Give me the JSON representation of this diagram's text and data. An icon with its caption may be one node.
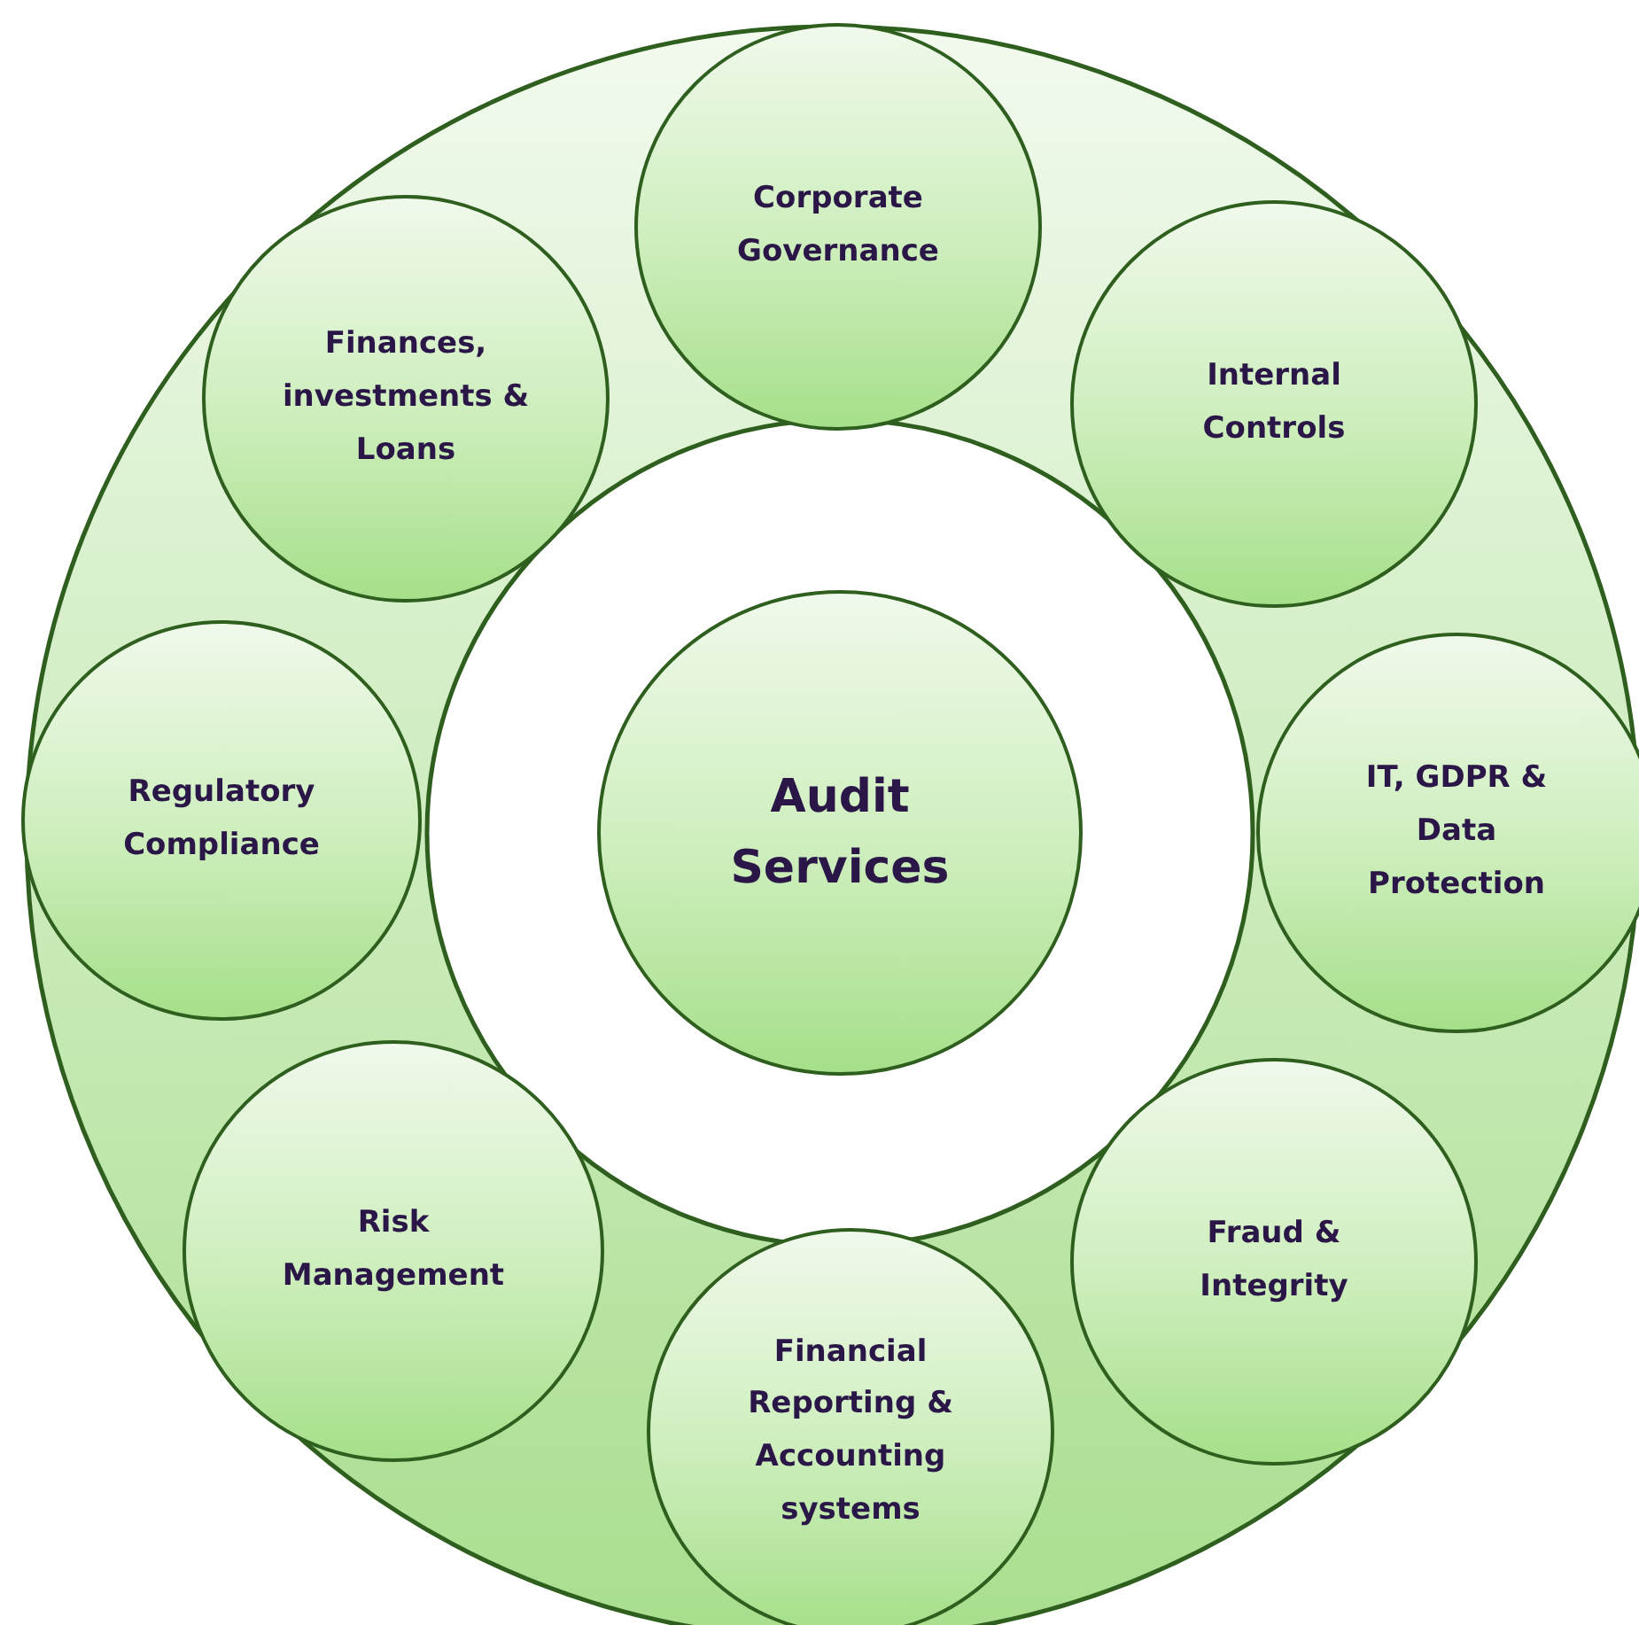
{
  "diagram": {
    "nodes": [
      {
        "text": [
          "Audit Services"
        ]
      },
      {
        "text": [
          "Corporate Governance"
        ]
      },
      {
        "text": [
          "Internal Controls"
        ]
      },
      {
        "text": [
          "IT, GDPR & Data Protection"
        ]
      },
      {
        "text": [
          "Fraud & Integrity"
        ]
      },
      {
        "text": [
          "Financial Reporting & Accounting systems"
        ]
      },
      {
        "text": [
          "Risk Management"
        ]
      },
      {
        "text": [
          "Regulatory Compliance"
        ]
      },
      {
        "text": [
          "Finances, investments & Loans"
        ]
      }
    ],
    "edges": []
  }
}
